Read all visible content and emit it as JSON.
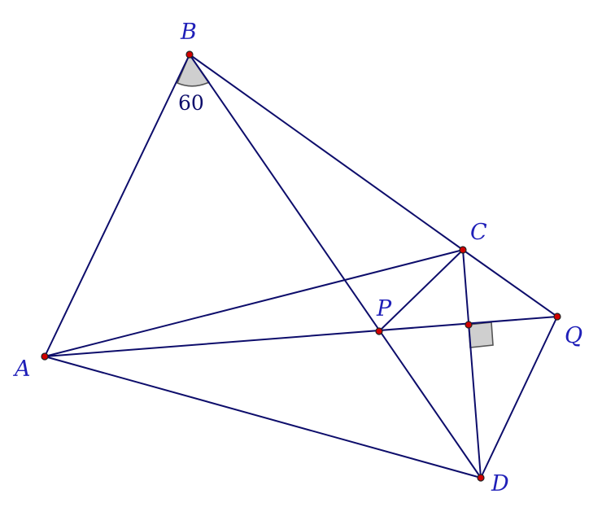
{
  "diagram": {
    "points": {
      "A": {
        "label": "A"
      },
      "B": {
        "label": "B"
      },
      "C": {
        "label": "C"
      },
      "D": {
        "label": "D"
      },
      "P": {
        "label": "P"
      },
      "Q": {
        "label": "Q"
      }
    },
    "angle_label": "60",
    "colors": {
      "line": "#0d0d6b",
      "label": "#1f1fb8",
      "point_fill": "#d10000",
      "marker_fill": "#cfcfcf"
    }
  }
}
